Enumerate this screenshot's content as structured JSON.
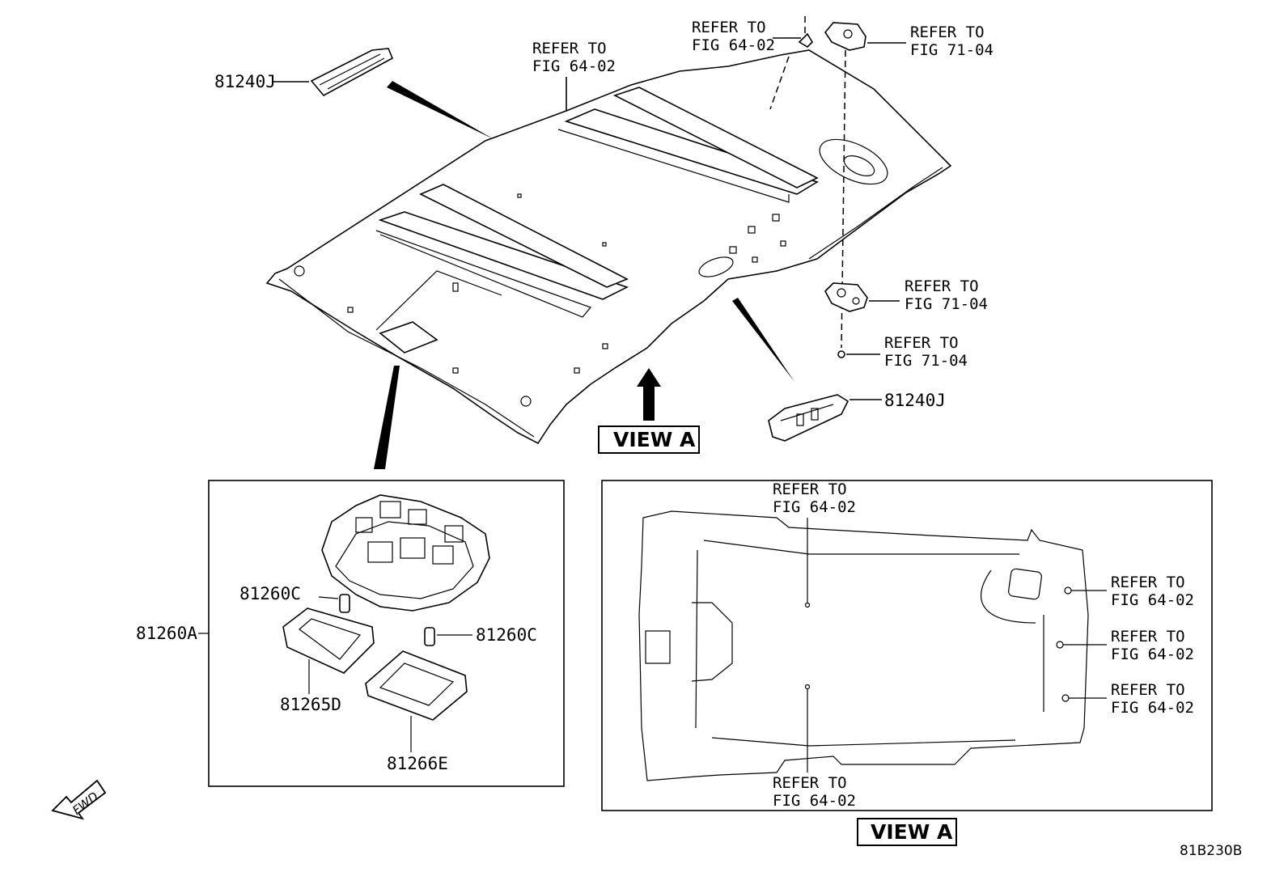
{
  "diagram": {
    "code": "81B230B",
    "fwd_label": "FWD",
    "view_label": "VIEW A",
    "refer_line": "REFER TO",
    "parts": {
      "p81240j": "81240J",
      "p81260a": "81260A",
      "p81260c": "81260C",
      "p81265d": "81265D",
      "p81266e": "81266E"
    },
    "refs": {
      "fig_64_02": "FIG 64-02",
      "fig_71_04": "FIG 71-04"
    }
  }
}
